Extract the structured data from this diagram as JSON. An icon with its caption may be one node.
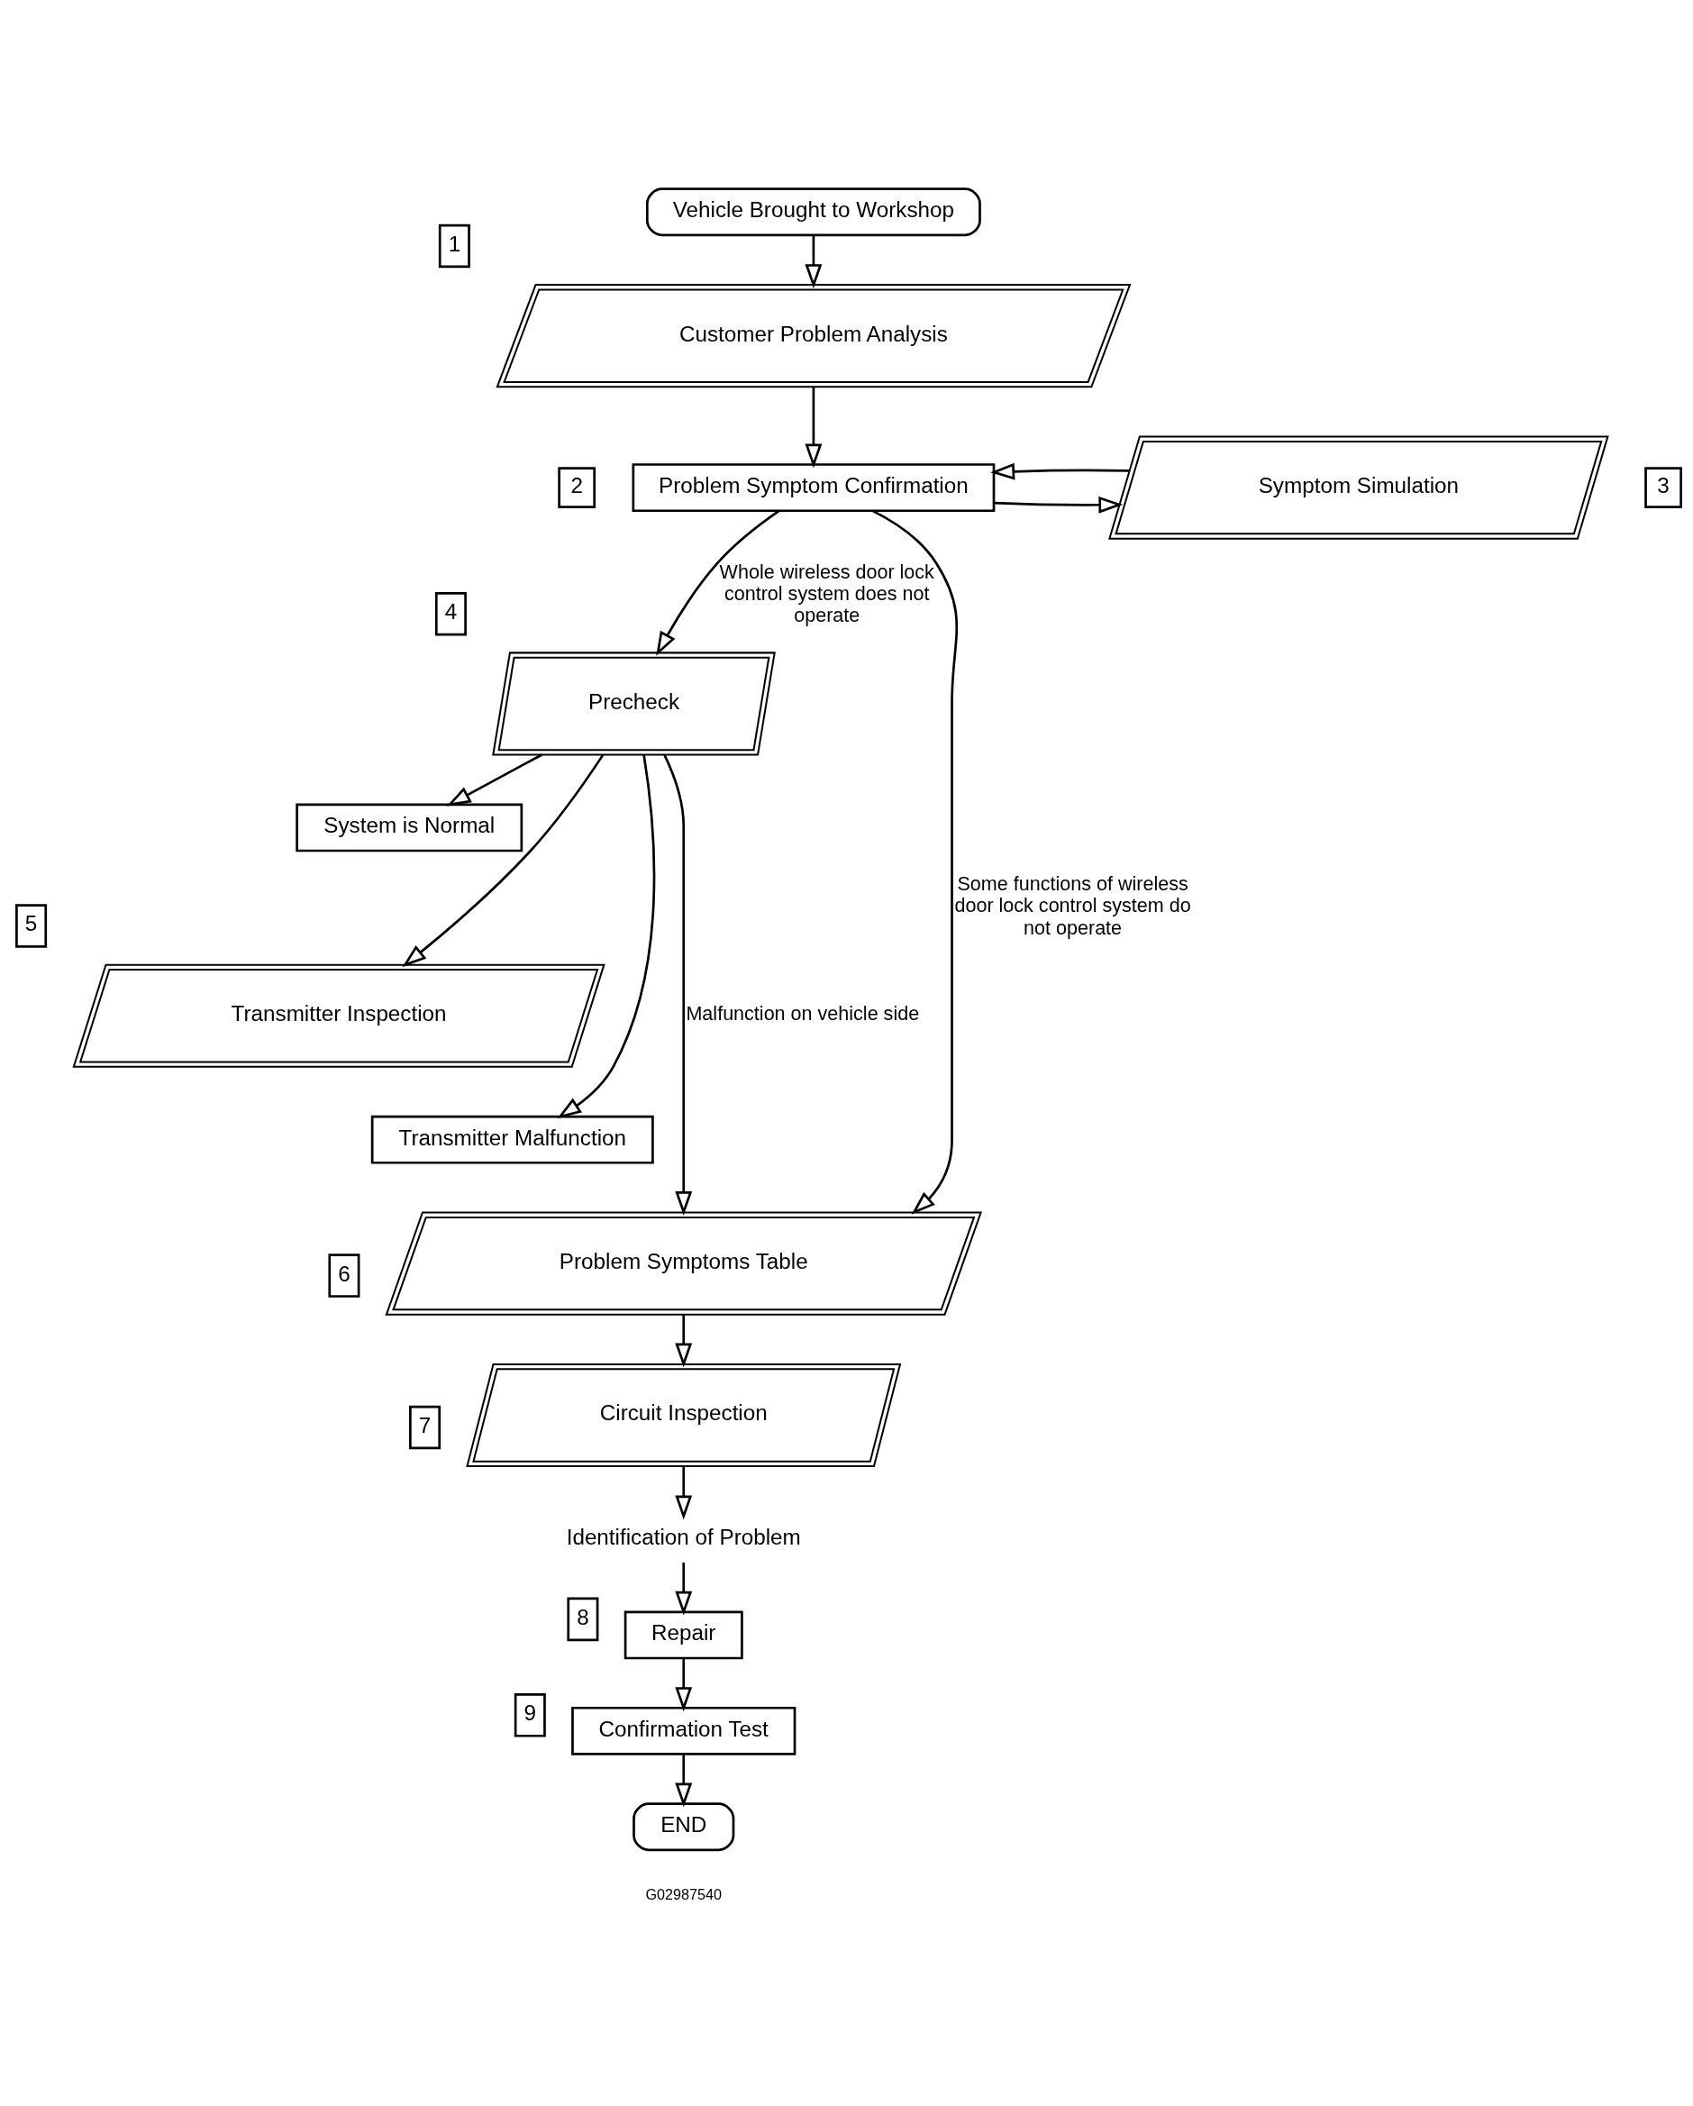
{
  "diagram": {
    "nodes": [
      {
        "text": [
          "Vehicle Brought to Workshop"
        ]
      },
      {
        "text": [
          "Customer Problem Analysis"
        ],
        "beside": [
          "1"
        ]
      },
      {
        "text": [
          "Problem Symptom Confirmation"
        ],
        "beside": [
          "2"
        ]
      },
      {
        "text": [
          "Symptom Simulation"
        ],
        "beside": [
          "3"
        ]
      },
      {
        "text": [
          "Precheck"
        ],
        "beside": [
          "4"
        ]
      },
      {
        "text": [
          "System is Normal"
        ]
      },
      {
        "text": [
          "Transmitter Inspection"
        ],
        "beside": [
          "5"
        ]
      },
      {
        "text": [
          "Transmitter Malfunction"
        ]
      },
      {
        "text": [
          "Problem Symptoms Table"
        ],
        "beside": [
          "6"
        ]
      },
      {
        "text": [
          "Circuit Inspection"
        ],
        "beside": [
          "7"
        ]
      },
      {
        "text": [
          "Identification of Problem"
        ]
      },
      {
        "text": [
          "Repair"
        ],
        "beside": [
          "8"
        ]
      },
      {
        "text": [
          "Confirmation Test"
        ],
        "beside": [
          "9"
        ]
      },
      {
        "text": [
          "END"
        ]
      }
    ],
    "edges": [
      {
        "from": 0,
        "to": 1,
        "arrow": "to"
      },
      {
        "from": 1,
        "to": 2,
        "arrow": "to"
      },
      {
        "from": 2,
        "to": 3,
        "arrow": "to"
      },
      {
        "from": 3,
        "to": 2,
        "arrow": "to"
      },
      {
        "from": 2,
        "to": 4,
        "arrow": "to",
        "label": "Whole wireless door lock control system does not operate"
      },
      {
        "from": 2,
        "to": 8,
        "arrow": "to",
        "label": "Some functions of wireless door lock control system do not operate"
      },
      {
        "from": 4,
        "to": 5,
        "arrow": "to"
      },
      {
        "from": 4,
        "to": 6,
        "arrow": "to"
      },
      {
        "from": 4,
        "to": 7,
        "arrow": "to"
      },
      {
        "from": 4,
        "to": 8,
        "arrow": "to",
        "label": "Malfunction on vehicle side"
      },
      {
        "from": 8,
        "to": 9,
        "arrow": "to"
      },
      {
        "from": 9,
        "to": 10,
        "arrow": "to"
      },
      {
        "from": 10,
        "to": 11,
        "arrow": "to"
      },
      {
        "from": 11,
        "to": 12,
        "arrow": "to"
      },
      {
        "from": 12,
        "to": 13,
        "arrow": "to"
      }
    ],
    "labels": [
      "G02987540"
    ]
  }
}
